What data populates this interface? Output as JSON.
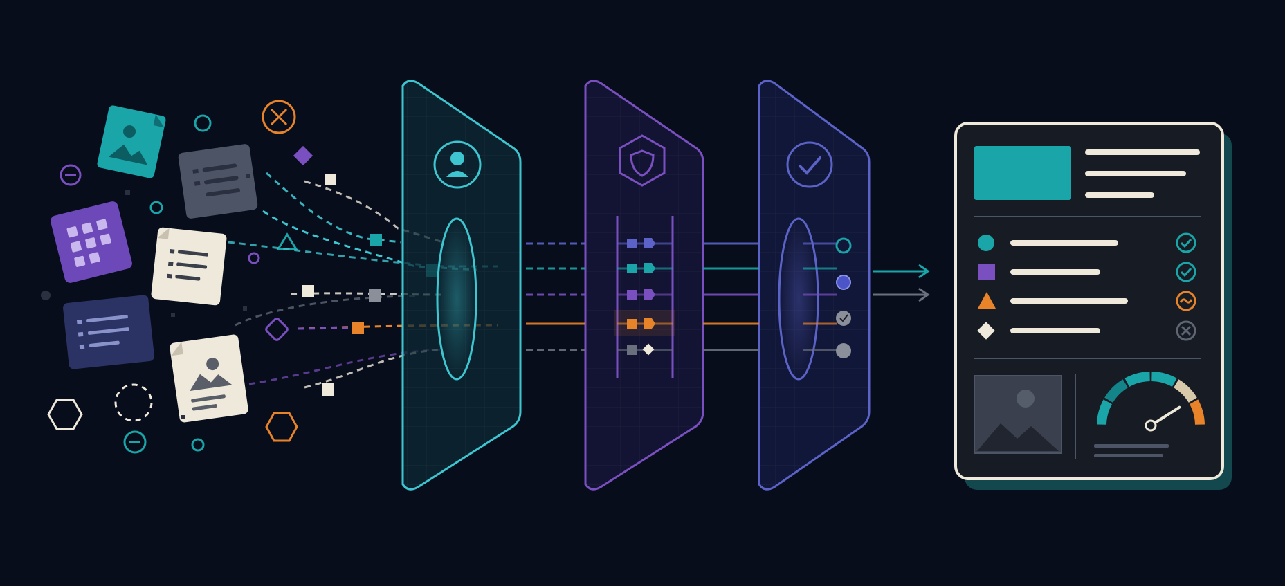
{
  "colors": {
    "background": "#070d1b",
    "teal": "#1aa5a8",
    "cyan": "#3ec6d0",
    "purple": "#7a4fc0",
    "indigo": "#5b63c8",
    "orange": "#e8832a",
    "cream": "#efe9dc",
    "slate": "#4c5466",
    "navy": "#2b3264",
    "grey": "#8a8f99"
  },
  "inputs": {
    "documents": [
      {
        "kind": "image-doc",
        "color": "teal"
      },
      {
        "kind": "text-doc",
        "color": "slate"
      },
      {
        "kind": "grid-doc",
        "color": "purple"
      },
      {
        "kind": "list-doc",
        "color": "cream"
      },
      {
        "kind": "list-doc",
        "color": "navy"
      },
      {
        "kind": "image-doc",
        "color": "cream"
      }
    ],
    "scattered_shapes": [
      "circle",
      "x-circle",
      "diamond",
      "minus-circle",
      "triangle",
      "hexagon",
      "dashed-circle"
    ]
  },
  "stages": [
    {
      "icon": "user-icon",
      "color": "#3ec6d0",
      "name": "identity-filter"
    },
    {
      "icon": "shield-icon",
      "color": "#7a4fc0",
      "name": "security-filter"
    },
    {
      "icon": "check-icon",
      "color": "#5b63c8",
      "name": "validation-filter"
    }
  ],
  "streams": [
    {
      "color": "#3ec6d0",
      "marker": "square"
    },
    {
      "color": "#7a4fc0",
      "marker": "square"
    },
    {
      "color": "#e8832a",
      "marker": "house"
    },
    {
      "color": "#8a8f99",
      "marker": "diamond"
    }
  ],
  "output": {
    "rows": [
      {
        "shape": "circle",
        "shape_color": "#1aa5a8",
        "status": "check",
        "status_color": "#1aa5a8"
      },
      {
        "shape": "square",
        "shape_color": "#7a4fc0",
        "status": "check",
        "status_color": "#1aa5a8"
      },
      {
        "shape": "triangle",
        "shape_color": "#e8832a",
        "status": "approx",
        "status_color": "#e8832a"
      },
      {
        "shape": "diamond",
        "shape_color": "#efe9dc",
        "status": "cross",
        "status_color": "#5e6573"
      }
    ],
    "gauge": {
      "value": 0.82
    }
  }
}
